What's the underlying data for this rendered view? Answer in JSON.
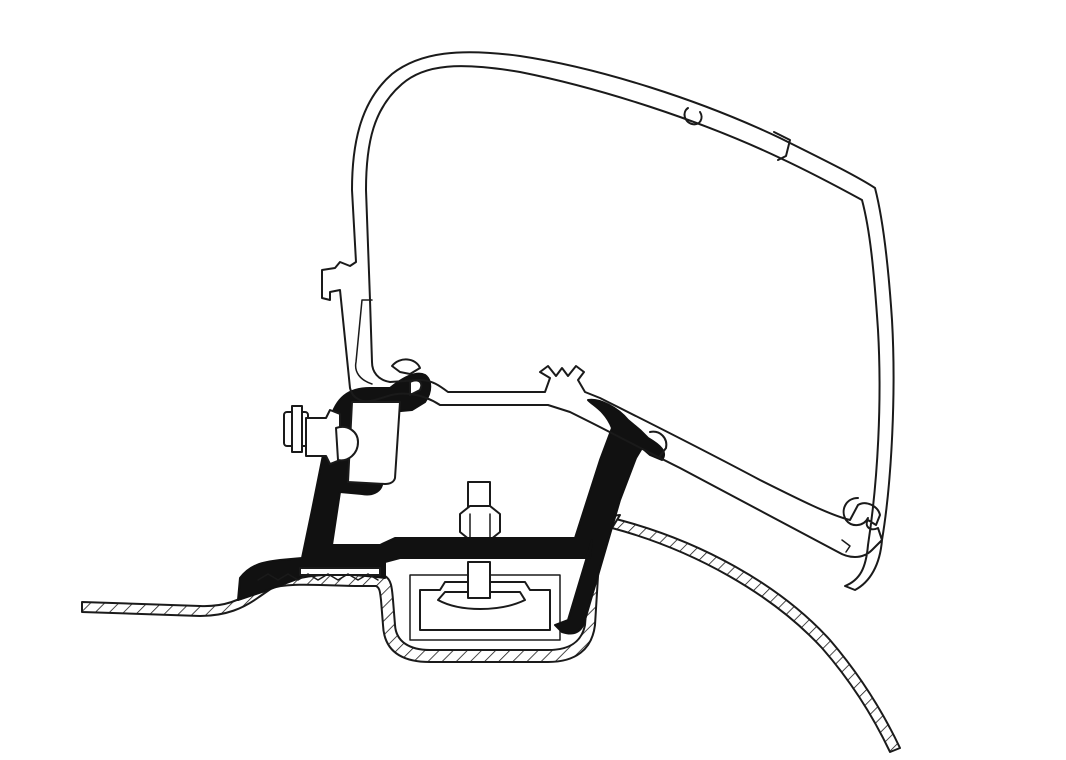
{
  "diagram": {
    "parts": [
      {
        "id": "awning-cassette",
        "kind": "outline"
      },
      {
        "id": "adapter-bracket",
        "kind": "solid"
      },
      {
        "id": "roof-rail",
        "kind": "hatched"
      },
      {
        "id": "vehicle-roof",
        "kind": "hatched"
      },
      {
        "id": "side-bolt",
        "kind": "outline"
      },
      {
        "id": "t-bolt",
        "kind": "outline"
      }
    ],
    "colors": {
      "line": "#1a1a1a",
      "solid": "#111111",
      "background": "#ffffff"
    }
  }
}
